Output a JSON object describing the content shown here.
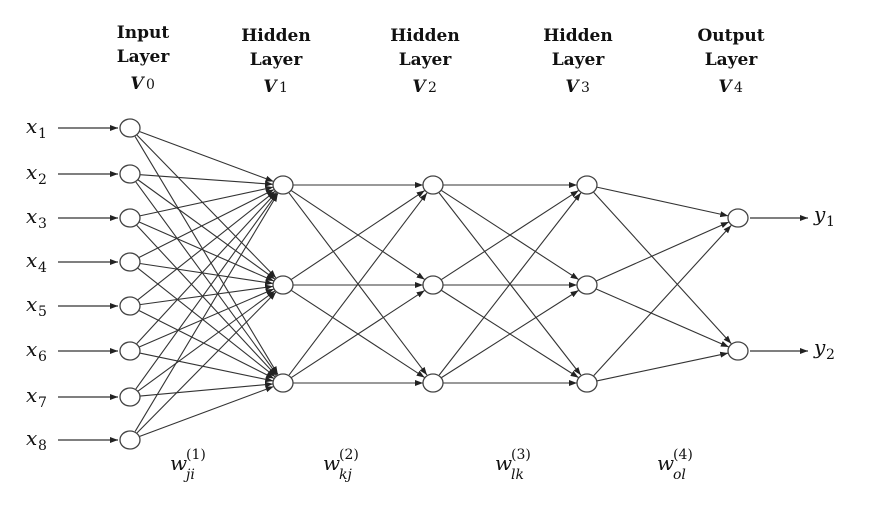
{
  "layers": [
    {
      "title": [
        "Input",
        "Layer"
      ],
      "symbol": "V",
      "index": "0",
      "node_count": 8
    },
    {
      "title": [
        "Hidden",
        "Layer"
      ],
      "symbol": "V",
      "index": "1",
      "node_count": 3
    },
    {
      "title": [
        "Hidden",
        "Layer"
      ],
      "symbol": "V",
      "index": "2",
      "node_count": 3
    },
    {
      "title": [
        "Hidden",
        "Layer"
      ],
      "symbol": "V",
      "index": "3",
      "node_count": 3
    },
    {
      "title": [
        "Output",
        "Layer"
      ],
      "symbol": "V",
      "index": "4",
      "node_count": 2
    }
  ],
  "inputs": [
    {
      "symbol": "x",
      "index": "1"
    },
    {
      "symbol": "x",
      "index": "2"
    },
    {
      "symbol": "x",
      "index": "3"
    },
    {
      "symbol": "x",
      "index": "4"
    },
    {
      "symbol": "x",
      "index": "5"
    },
    {
      "symbol": "x",
      "index": "6"
    },
    {
      "symbol": "x",
      "index": "7"
    },
    {
      "symbol": "x",
      "index": "8"
    }
  ],
  "outputs": [
    {
      "symbol": "y",
      "index": "1"
    },
    {
      "symbol": "y",
      "index": "2"
    }
  ],
  "weights": [
    {
      "symbol": "w",
      "sub": "ji",
      "sup": "(1)"
    },
    {
      "symbol": "w",
      "sub": "kj",
      "sup": "(2)"
    },
    {
      "symbol": "w",
      "sub": "lk",
      "sup": "(3)"
    },
    {
      "symbol": "w",
      "sub": "ol",
      "sup": "(4)"
    }
  ],
  "colors": {
    "line": "#333333",
    "node_stroke": "#444444",
    "background": "#ffffff"
  }
}
